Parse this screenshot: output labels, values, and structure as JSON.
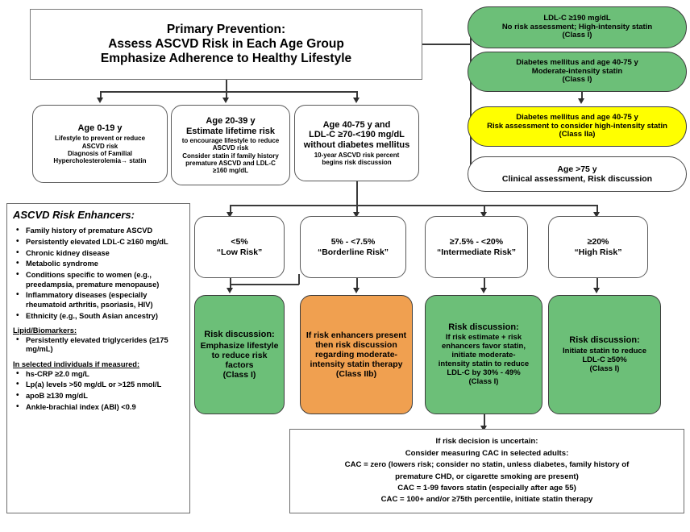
{
  "title_box": {
    "lines": [
      "Primary Prevention:",
      "Assess ASCVD Risk in Each Age Group",
      "Emphasize Adherence to Healthy Lifestyle"
    ]
  },
  "right_column": {
    "ldl190": {
      "line1": "LDL-C ≥190 mg/dL",
      "line2": "No risk assessment; High-intensity statin",
      "line3": "(Class I)",
      "color": "#6cbf78"
    },
    "diabetes_moderate": {
      "line1": "Diabetes mellitus and age 40-75 y",
      "line2": "Moderate-intensity statin",
      "line3": "(Class I)",
      "color": "#6cbf78"
    },
    "diabetes_high": {
      "line1": "Diabetes mellitus and age 40-75 y",
      "line2": "Risk assessment to consider high-intensity statin",
      "line3": "(Class IIa)",
      "color": "#ffff00"
    },
    "age_over_75": {
      "line1": "Age >75 y",
      "line2": "Clinical assessment, Risk discussion",
      "color": "#ffffff"
    }
  },
  "age_boxes": {
    "age_0_19": {
      "heading": "Age 0-19 y",
      "lines": [
        "Lifestyle to prevent or reduce",
        "ASCVD risk",
        "Diagnosis of Familial",
        "Hypercholesterolemia→ statin"
      ]
    },
    "age_20_39": {
      "heading1": "Age 20-39 y",
      "heading2": "Estimate lifetime risk",
      "lines": [
        "to encourage lifestyle to reduce",
        "ASCVD risk",
        "Consider statin if family history",
        "premature ASCVD and LDL-C",
        "≥160 mg/dL"
      ]
    },
    "age_40_75": {
      "heading1": "Age 40-75 y and",
      "heading2": "LDL-C ≥70-<190 mg/dL",
      "heading3": "without diabetes mellitus",
      "lines": [
        "10-year ASCVD risk percent",
        "begins risk discussion"
      ]
    }
  },
  "risk_enhancers": {
    "header": "ASCVD Risk Enhancers:",
    "items": [
      "Family history of premature ASCVD",
      "Persistently elevated LDL-C ≥160 mg/dL",
      "Chronic kidney disease",
      "Metabolic syndrome",
      "Conditions specific to women (e.g., preedampsia, premature menopause)",
      "Inflammatory diseases (especially rheumatoid arthritis, psoriasis, HIV)",
      "Ethnicity (e.g., South Asian ancestry)"
    ],
    "lipid_header": "Lipid/Biomarkers:",
    "lipid_items": [
      "Persistently elevated triglycerides (≥175 mg/mL)"
    ],
    "selected_header": "In selected individuals if measured:",
    "selected_items": [
      "hs-CRP ≥2.0 mg/L",
      "Lp(a) levels >50 mg/dL or >125 nmol/L",
      "apoB ≥130 mg/dL",
      "Ankle-brachial index (ABI) <0.9"
    ]
  },
  "risk_categories": [
    {
      "range": "<5%",
      "label": "“Low Risk”"
    },
    {
      "range": "5% - <7.5%",
      "label": "“Borderline Risk”"
    },
    {
      "range": "≥7.5% - <20%",
      "label": "“Intermediate Risk”"
    },
    {
      "range": "≥20%",
      "label": "“High Risk”"
    }
  ],
  "outcomes": [
    {
      "title": "Risk discussion:",
      "lines": [
        "Emphasize lifestyle",
        "to reduce risk",
        "factors",
        "(Class I)"
      ],
      "color": "#6cbf78"
    },
    {
      "title": "",
      "lines": [
        "If risk enhancers present",
        "then risk discussion",
        "regarding moderate-",
        "intensity statin therapy",
        "(Class IIb)"
      ],
      "color": "#f0a050"
    },
    {
      "title": "Risk discussion:",
      "lines": [
        "If risk estimate + risk",
        "enhancers favor statin,",
        "initiate moderate-",
        "intensity statin to reduce",
        "LDL-C by 30% - 49%",
        "(Class I)"
      ],
      "color": "#6cbf78"
    },
    {
      "title": "Risk discussion:",
      "lines": [
        "Initiate statin to reduce",
        "LDL-C ≥50%",
        "(Class I)"
      ],
      "color": "#6cbf78"
    }
  ],
  "cac_box": {
    "lines": [
      "If risk decision is uncertain:",
      "Consider measuring CAC in selected adults:",
      "CAC = zero (lowers risk; consider no statin, unless diabetes, family history of",
      "premature CHD, or cigarette smoking are present)",
      "CAC = 1-99 favors statin (especially after age 55)",
      "CAC = 100+ and/or ≥75th percentile, initiate statin therapy"
    ]
  }
}
